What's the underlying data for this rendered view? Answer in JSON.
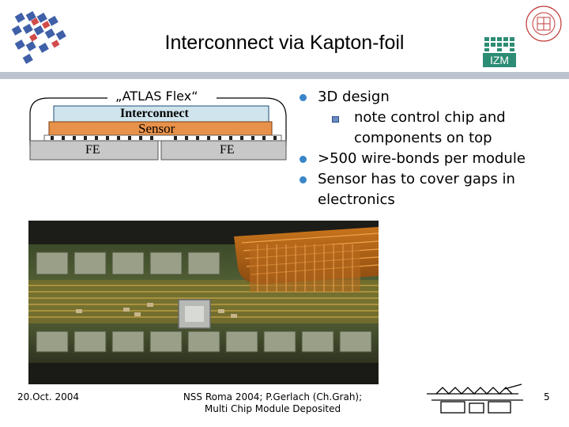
{
  "slide": {
    "title": "Interconnect via Kapton-foil",
    "page_number": "5"
  },
  "diagram": {
    "flex_label": "„ATLAS Flex“",
    "interconnect_label": "Interconnect",
    "sensor_label": "Sensor",
    "fe_left_label": "FE",
    "fe_right_label": "FE"
  },
  "bullets": [
    {
      "text": "3D design",
      "sub": [
        "note control chip and components on top"
      ]
    },
    {
      "text": ">500 wire-bonds per module",
      "sub": []
    },
    {
      "text": "Sensor has to cover gaps in electronics",
      "sub": []
    }
  ],
  "logos": {
    "right_top": "IZM"
  },
  "footer": {
    "date": "20.Oct. 2004",
    "citation_line1": "NSS Roma 2004; P.Gerlach (Ch.Grah);",
    "citation_line2": "Multi Chip Module Deposited"
  },
  "colors": {
    "rule": "#bcc3cf",
    "bullet": "#3b86c8",
    "interconnect_fill": "#cfe4ec",
    "sensor_fill": "#e8914a",
    "fe_fill": "#c8c8c8"
  }
}
